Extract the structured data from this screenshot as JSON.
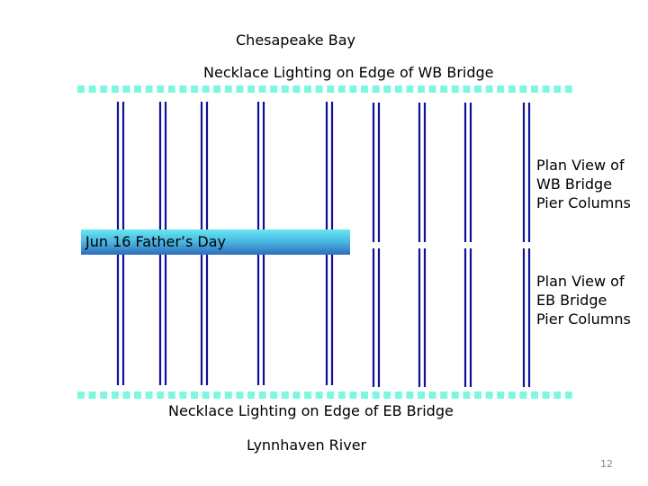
{
  "labels": {
    "top_water": "Chesapeake Bay",
    "wb_lighting": "Necklace Lighting on Edge of WB Bridge",
    "eb_lighting": "Necklace Lighting on Edge of EB Bridge",
    "bottom_water": "Lynnhaven River",
    "wb_piers": [
      "Plan View of",
      "WB Bridge",
      "Pier Columns"
    ],
    "eb_piers": [
      "Plan View of",
      "EB Bridge",
      "Pier Columns"
    ]
  },
  "banner": {
    "text": "Jun 16 Father’s Day"
  },
  "page_number": "12",
  "colors": {
    "lighting": "#7ff7e0",
    "pier": "#10109a"
  }
}
